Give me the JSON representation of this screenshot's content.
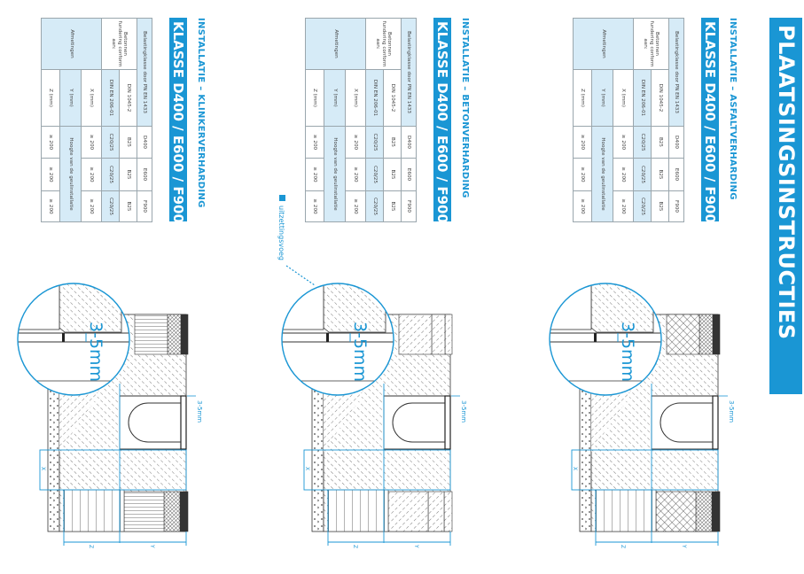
{
  "title": "PLAATSINGSINSTRUCTIES",
  "sections": [
    {
      "subtitle": "INSTALLATIE – ASFALTVERHARDING",
      "klasse": "KLASSE D400 / E600 / F900",
      "table": {
        "row_header": "Belastingklasse door PN EN 1433",
        "classes": [
          "D400",
          "E600",
          "F900"
        ],
        "foundation_label": "Betonnen fundering conform aan:",
        "din1045": "DIN 1045-2",
        "din1045_values": [
          "B25",
          "B25",
          "B25"
        ],
        "din206": "DIN EN 206-01",
        "din206_values": [
          "C20/25",
          "C20/25",
          "C20/25"
        ],
        "dimensions_label": "Afmetingen",
        "x_label": "X (mm)",
        "x_values": [
          "≥ 200",
          "≥ 200",
          "≥ 200"
        ],
        "y_label": "Y (mm)",
        "y_value": "Hoogte van de geulinstallatie",
        "z_label": "Z (mm)",
        "z_values": [
          "≥ 200",
          "≥ 200",
          "≥ 200"
        ]
      },
      "drawing": {
        "gap_label": "3-5mm",
        "gap_label_small": "3-5mm",
        "dim_x": "X",
        "dim_y": "Y",
        "dim_z": "Z",
        "paving": "asphalt"
      }
    },
    {
      "subtitle": "INSTALLATIE – BETONVERHARDING",
      "klasse": "KLASSE D400 / E600 / F900",
      "table": {
        "row_header": "Belastingklasse door PN EN 1433",
        "classes": [
          "D400",
          "E600",
          "F900"
        ],
        "foundation_label": "Betonnen fundering conform aan:",
        "din1045": "DIN 1045-2",
        "din1045_values": [
          "B25",
          "B25",
          "B25"
        ],
        "din206": "DIN EN 206-01",
        "din206_values": [
          "C20/25",
          "C20/25",
          "C20/25"
        ],
        "dimensions_label": "Afmetingen",
        "x_label": "X (mm)",
        "x_values": [
          "≥ 200",
          "≥ 200",
          "≥ 200"
        ],
        "y_label": "Y (mm)",
        "y_value": "Hoogte van de geulinstallatie",
        "z_label": "Z (mm)",
        "z_values": [
          "≥ 200",
          "≥ 200",
          "≥ 200"
        ]
      },
      "drawing": {
        "gap_label": "3-5mm",
        "gap_label_small": "3-5mm",
        "dim_x": "X",
        "dim_y": "Y",
        "dim_z": "Z",
        "paving": "concrete",
        "callout": "uitzettingsvoeg"
      }
    },
    {
      "subtitle": "INSTALLATIE – KLINKERVERHARDING",
      "klasse": "KLASSE D400 / E600 / F900",
      "table": {
        "row_header": "Belastingklasse door PN EN 1433",
        "classes": [
          "D400",
          "E600",
          "F900"
        ],
        "foundation_label": "Betonnen fundering conform aan:",
        "din1045": "DIN 1045-2",
        "din1045_values": [
          "B25",
          "B25",
          "B25"
        ],
        "din206": "DIN EN 206-01",
        "din206_values": [
          "C20/25",
          "C20/25",
          "C20/25"
        ],
        "dimensions_label": "Afmetingen",
        "x_label": "X (mm)",
        "x_values": [
          "≥ 200",
          "≥ 200",
          "≥ 200"
        ],
        "y_label": "Y (mm)",
        "y_value": "Hoogte van de geulinstallatie",
        "z_label": "Z (mm)",
        "z_values": [
          "≥ 200",
          "≥ 200",
          "≥ 200"
        ]
      },
      "drawing": {
        "gap_label": "3-5mm",
        "gap_label_small": "3-5mm",
        "dim_x": "X",
        "dim_y": "Y",
        "dim_z": "Z",
        "paving": "clinker"
      }
    }
  ],
  "colors": {
    "accent": "#1a96d4",
    "cell_light": "#d6ebf7",
    "line": "#333333"
  }
}
